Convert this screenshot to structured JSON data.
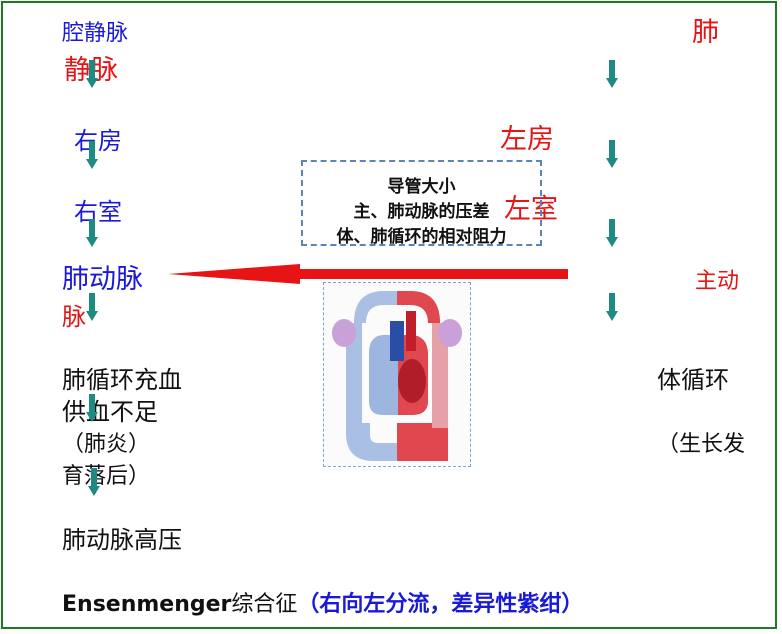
{
  "left": {
    "vena_cava": "腔静脉",
    "vena_cava_2": "静脉",
    "right_atrium": "右房",
    "right_ventricle": "右室",
    "pulm_artery": "肺动脉",
    "pulm_artery_2": "脉",
    "pulm_overflow": "肺循环充血",
    "under_supply": "供血不足",
    "pneumonia": "（肺炎）",
    "dev_lag": "育落后）",
    "pulm_hypertension": "肺动脉高压"
  },
  "right": {
    "lung": "肺",
    "left_atrium": "左房",
    "left_ventricle": "左室",
    "aorta": "主动",
    "systemic": "体循环",
    "growth": "（生长发"
  },
  "box": {
    "line1": "导管大小",
    "line2": "主、肺动脉的压差",
    "line3": "体、肺循环的相对阻力"
  },
  "bottom": {
    "syndrome_name": "Ensenmenger",
    "syndrome_suffix": "综合征",
    "syndrome_desc": "（右向左分流，差异性紫绀）"
  },
  "colors": {
    "blue": "#1a1ad6",
    "red": "#e61414",
    "teal_arrow": "#1e8a82",
    "shunt_arrow": "#e61414",
    "frame": "#1e7a1e"
  }
}
